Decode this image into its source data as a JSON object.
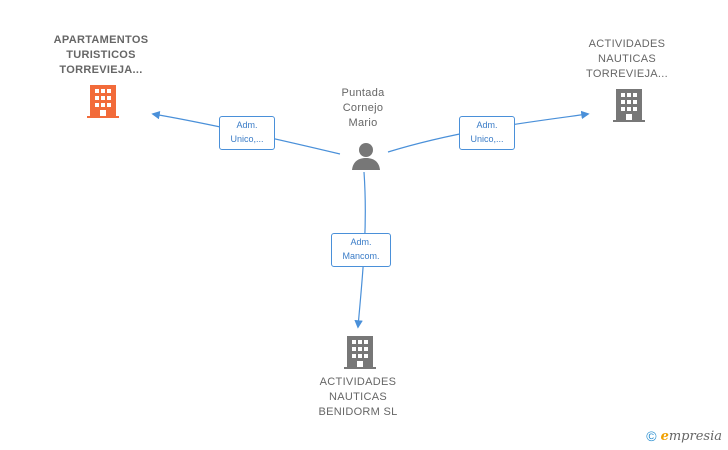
{
  "colors": {
    "edge": "#4a90d9",
    "company_highlight": "#f26b3a",
    "company_default": "#777777",
    "person": "#777777"
  },
  "nodes": {
    "person": {
      "label": "Puntada\nCornejo\nMario",
      "icon": "person-icon"
    },
    "company_1": {
      "label": "APARTAMENTOS\nTURISTICOS\nTORREVIEJA...",
      "icon": "building-icon"
    },
    "company_2": {
      "label": "ACTIVIDADES\nNAUTICAS\nTORREVIEJA...",
      "icon": "building-icon"
    },
    "company_3": {
      "label": "ACTIVIDADES\nNAUTICAS\nBENIDORM  SL",
      "icon": "building-icon"
    }
  },
  "edges": [
    {
      "label": "Adm.\nUnico,..."
    },
    {
      "label": "Adm.\nUnico,..."
    },
    {
      "label": "Adm.\nMancom."
    }
  ],
  "watermark": {
    "symbol": "©",
    "brand_initial": "e",
    "brand_rest": "mpresia"
  }
}
